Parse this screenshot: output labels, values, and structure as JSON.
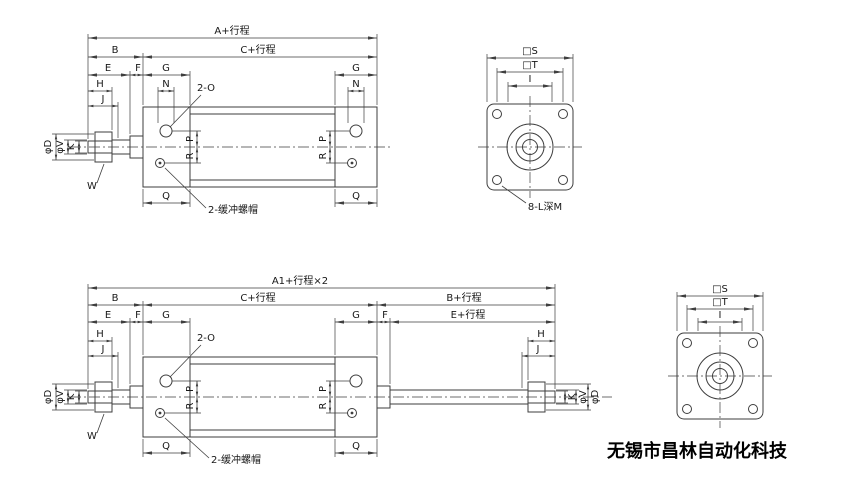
{
  "company": "无锡市昌林自动化科技",
  "single_rod_view": {
    "a": "A+行程",
    "b": "B",
    "c": "C+行程",
    "e": "E",
    "f": "F",
    "g_left": "G",
    "g_right": "G",
    "h": "H",
    "n_left": "N",
    "n_right": "N",
    "j": "J",
    "port_label": "2-O",
    "p_left": "P",
    "r_left": "R",
    "p_right": "P",
    "r_right": "R",
    "phi_d": "φD",
    "phi_v": "φV",
    "k": "K",
    "w": "W",
    "q_left": "Q",
    "q_right": "Q",
    "buffer_label": "2-缓冲螺帽"
  },
  "single_rod_end_view": {
    "s": "□S",
    "t": "□T",
    "i": "I",
    "holes_label": "8-L深M"
  },
  "double_rod_view": {
    "a1": "A1+行程×2",
    "b": "B",
    "c": "C+行程",
    "b_stroke": "B+行程",
    "e": "E",
    "f_left": "F",
    "g_left": "G",
    "g_right": "G",
    "f_right": "F",
    "e_stroke": "E+行程",
    "h_left": "H",
    "j_left": "J",
    "h_right": "H",
    "j_right": "J",
    "port_label": "2-O",
    "p_left": "P",
    "r_left": "R",
    "p_right": "P",
    "r_right": "R",
    "phi_d_left": "φD",
    "phi_v_left": "φV",
    "k_left": "K",
    "k_right": "K",
    "phi_v_right": "φV",
    "phi_d_right": "φD",
    "w": "W",
    "q_left": "Q",
    "q_right": "Q",
    "buffer_label": "2-缓冲螺帽"
  },
  "double_rod_end_view": {
    "s": "□S",
    "t": "□T",
    "i": "I"
  }
}
